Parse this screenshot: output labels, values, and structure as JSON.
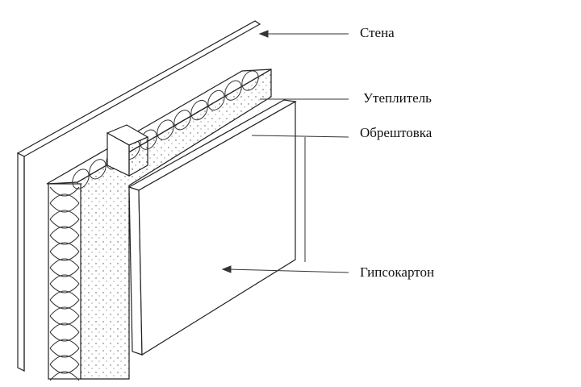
{
  "labels": {
    "wall": "Стена",
    "insulation": "Утеплитель",
    "battens": "Обрештовка",
    "drywall": "Гипсокартон"
  },
  "colors": {
    "line": "#222222",
    "background": "#ffffff"
  }
}
